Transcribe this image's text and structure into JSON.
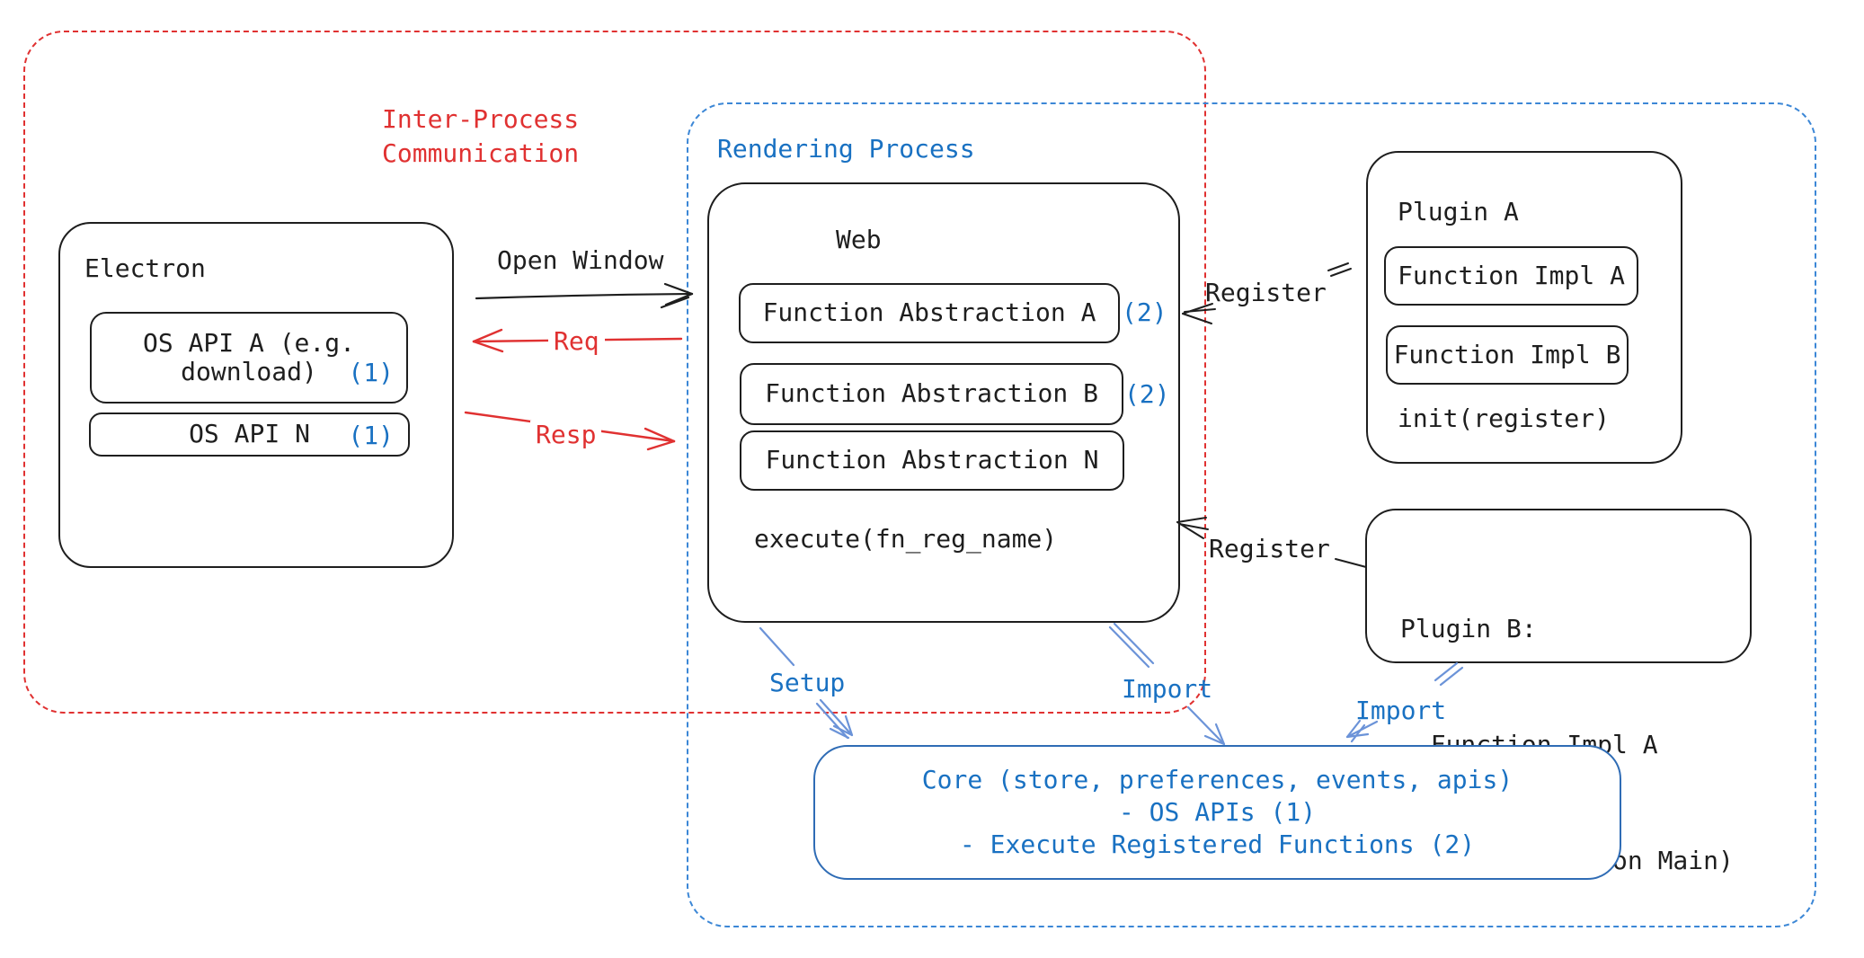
{
  "colors": {
    "red": "#e03131",
    "blue": "#1971c2",
    "arrow_blue": "#6b93d8",
    "boundary_blue": "#3c87d6",
    "ink": "#1e1e1e"
  },
  "ipc": {
    "line1": "Inter-Process",
    "line2": "Communication"
  },
  "rendering_process": {
    "label": "Rendering Process"
  },
  "electron": {
    "title": "Electron",
    "os_api_a_line1": "OS API A (e.g.",
    "os_api_a_line2": "download)",
    "os_api_a_badge": "(1)",
    "os_api_n": "OS API N",
    "os_api_n_badge": "(1)"
  },
  "web": {
    "title": "Web",
    "fa_a": "Function Abstraction A",
    "fa_a_badge": "(2)",
    "fa_b": "Function Abstraction B",
    "fa_b_badge": "(2)",
    "fa_n": "Function Abstraction N",
    "execute": "execute(fn_reg_name)"
  },
  "plugin_a": {
    "title": "Plugin A",
    "impl_a": "Function Impl A",
    "impl_b": "Function Impl B",
    "init": "init(register)"
  },
  "plugin_b": {
    "title": "Plugin B:",
    "item1": "- Function Impl A",
    "item2": "- Module (run on Main)"
  },
  "core": {
    "line1": "Core (store, preferences, events, apis)",
    "line2": "- OS APIs (1)",
    "line3": "- Execute Registered Functions (2)"
  },
  "labels": {
    "open_window": "Open Window",
    "req": "Req",
    "resp": "Resp",
    "register_a": "Register",
    "register_b": "Register",
    "setup": "Setup",
    "import_web": "Import",
    "import_plugin_b": "Import"
  }
}
